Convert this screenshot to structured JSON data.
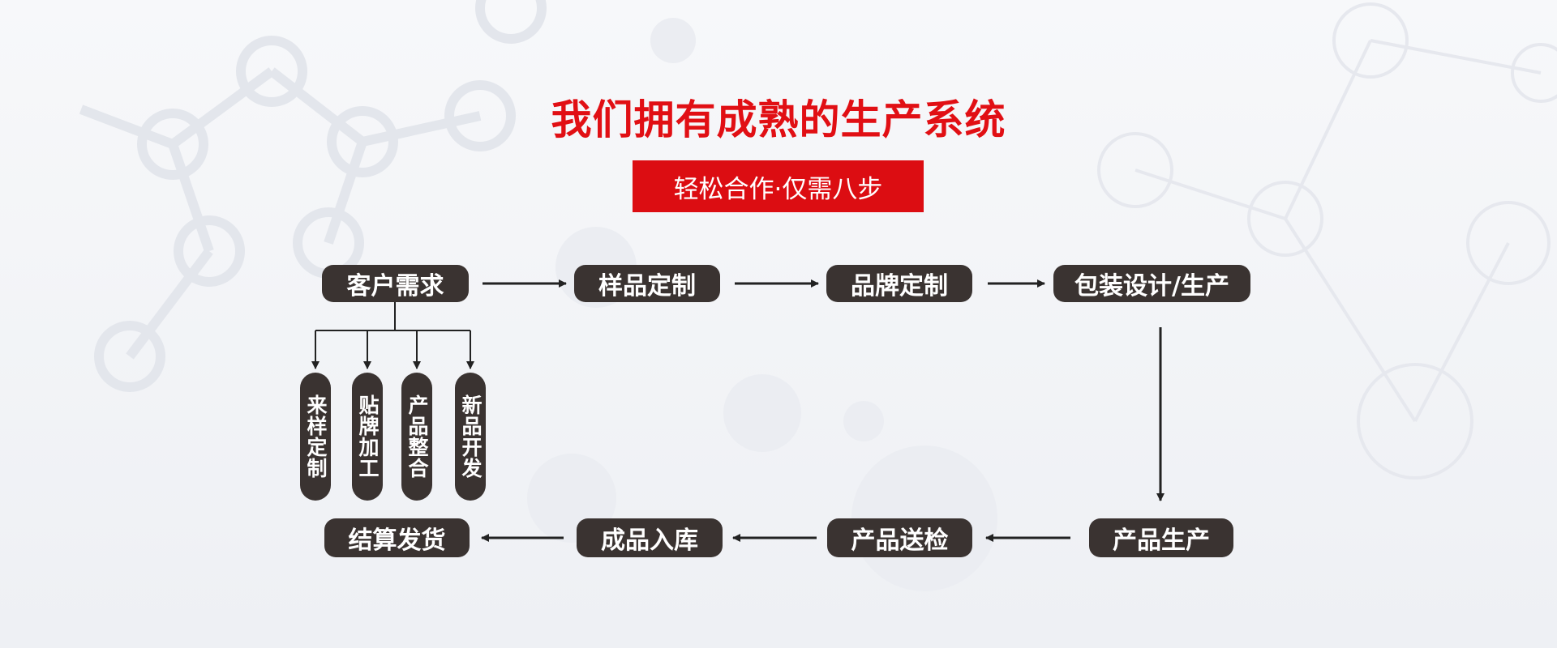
{
  "title": "我们拥有成熟的生产系统",
  "subtitle": "轻松合作·仅需八步",
  "steps_row1": [
    "客户需求",
    "样品定制",
    "品牌定制",
    "包装设计/生产"
  ],
  "steps_row2": [
    "产品生产",
    "产品送检",
    "成品入库",
    "结算发货"
  ],
  "sub_options": [
    "来样定制",
    "贴牌加工",
    "产品整合",
    "新品开发"
  ],
  "colors": {
    "title": "#e10f14",
    "banner": "#dc0d12",
    "box": "#3a3331"
  }
}
